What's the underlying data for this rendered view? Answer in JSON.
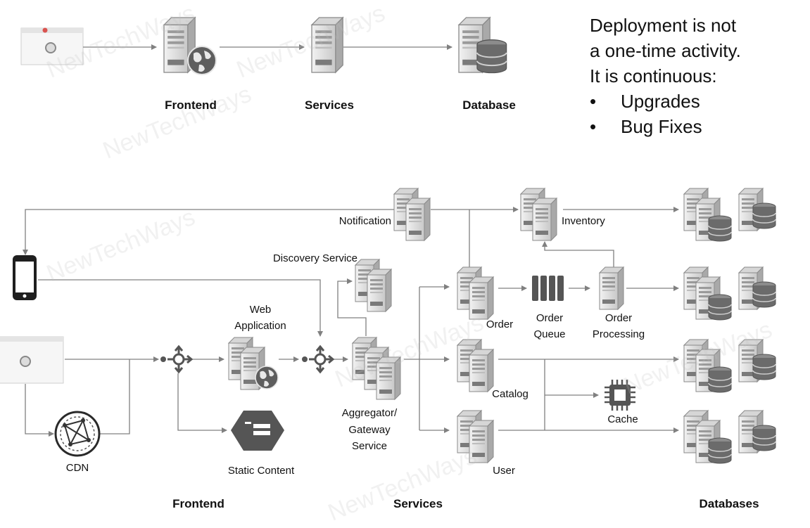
{
  "watermark": "NewTechWays",
  "top_row": {
    "frontend_label": "Frontend",
    "services_label": "Services",
    "database_label": "Database"
  },
  "note": {
    "lines": [
      "Deployment is not",
      "a one-time activity.",
      "It is continuous:"
    ],
    "bullet_symbol": "•",
    "bullets": [
      "Upgrades",
      "Bug Fixes"
    ]
  },
  "nodes": {
    "notification": "Notification",
    "inventory": "Inventory",
    "discovery": "Discovery Service",
    "web_app_1": "Web",
    "web_app_2": "Application",
    "order": "Order",
    "order_queue_1": "Order",
    "order_queue_2": "Queue",
    "order_processing_1": "Order",
    "order_processing_2": "Processing",
    "catalog": "Catalog",
    "cache": "Cache",
    "user": "User",
    "aggregator_1": "Aggregator/",
    "aggregator_2": "Gateway",
    "aggregator_3": "Service",
    "cdn": "CDN",
    "static_content": "Static Content"
  },
  "sections": {
    "frontend": "Frontend",
    "services": "Services",
    "databases": "Databases"
  },
  "colors": {
    "server_light": "#e8e8e8",
    "server_dark": "#9a9a9a",
    "db_disk": "#6d6d6d",
    "line": "#808080",
    "icon_dark": "#555555",
    "browser_accent": "#d9534f"
  }
}
